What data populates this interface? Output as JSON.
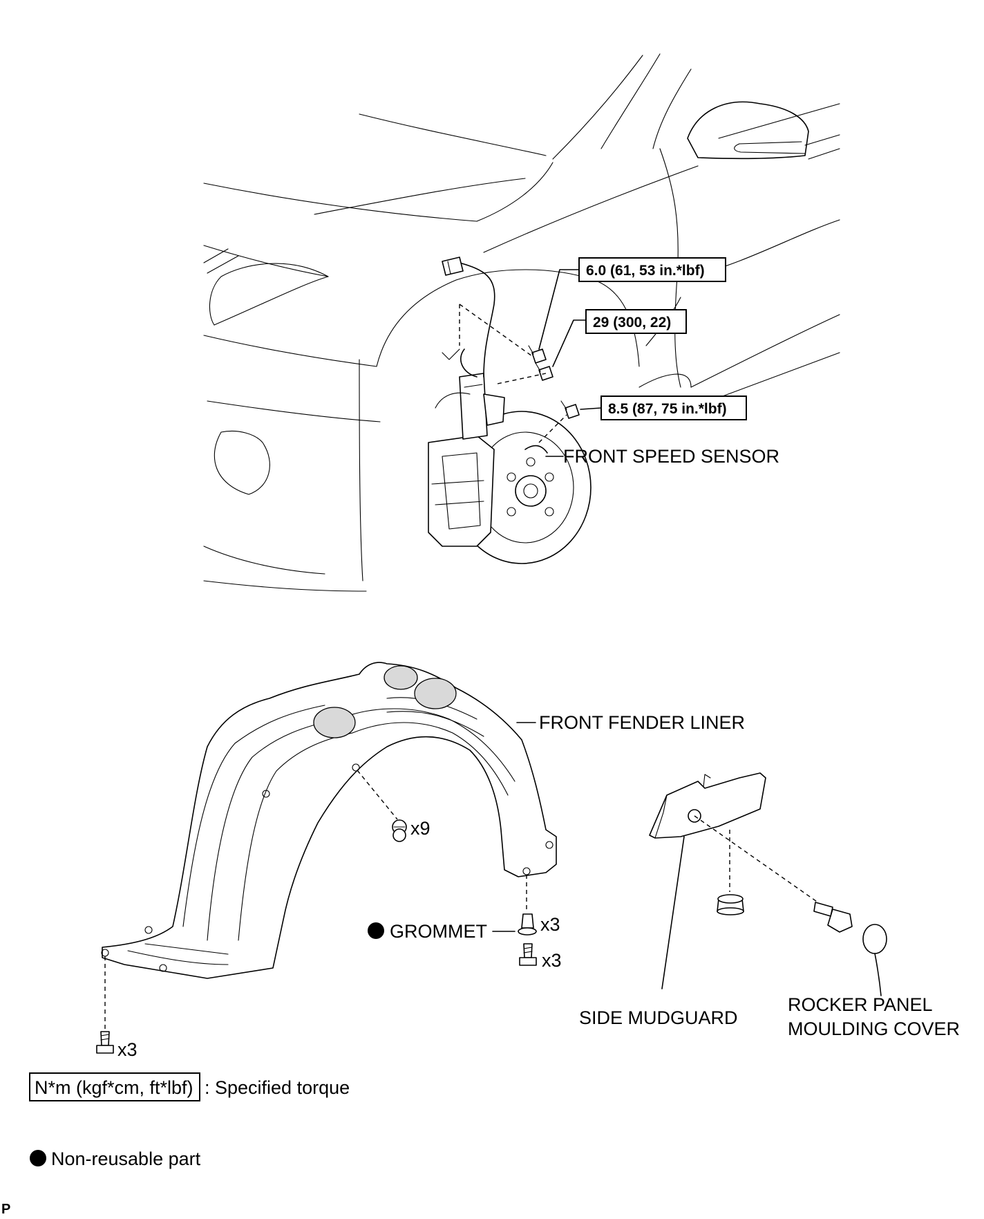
{
  "torque_callouts": {
    "t1": "6.0 (61, 53 in.*lbf)",
    "t2": "29 (300, 22)",
    "t3": "8.5 (87, 75 in.*lbf)"
  },
  "labels": {
    "front_speed_sensor": "FRONT SPEED SENSOR",
    "front_fender_liner": "FRONT FENDER LINER",
    "grommet": "GROMMET",
    "side_mudguard": "SIDE MUDGUARD",
    "rocker_panel_line1": "ROCKER PANEL",
    "rocker_panel_line2": "MOULDING COVER"
  },
  "quantities": {
    "clip_liner": "x9",
    "grommet_qty": "x3",
    "screw_qty": "x3",
    "bolt_qty": "x3"
  },
  "legend": {
    "torque_box": "N*m (kgf*cm, ft*lbf)",
    "torque_text": ": Specified torque",
    "nonreusable_text": "Non-reusable part"
  },
  "corner_mark": "P"
}
